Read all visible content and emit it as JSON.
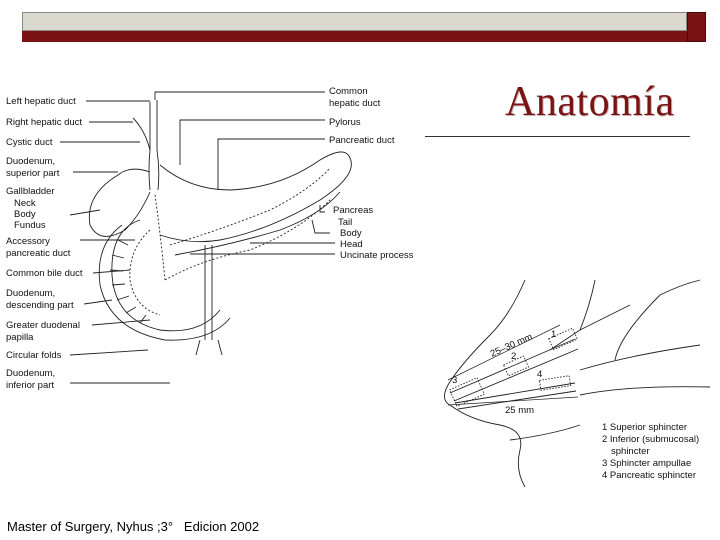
{
  "slide": {
    "title": "Anatomía",
    "credit": "Master of Surgery, Nyhus ;3°   Edicion 2002"
  },
  "left_labels": [
    "Left hepatic duct",
    "Right hepatic duct",
    "Cystic duct",
    "Duodenum,",
    "superior part",
    "Gallbladder",
    "Neck",
    "Body",
    "Fundus",
    "Accessory",
    "pancreatic duct",
    "Common bile duct",
    "Duodenum,",
    "descending part",
    "Greater duodenal",
    "papilla",
    "Circular folds",
    "Duodenum,",
    "inferior part"
  ],
  "right_labels": [
    "Common",
    "hepatic duct",
    "Pylorus",
    "Pancreatic duct",
    "Pancreas",
    "Tail",
    "Body",
    "Head",
    "Uncinate process"
  ],
  "sphincter": {
    "dim_top": "25–30 mm",
    "dim_bottom": "25 mm",
    "numbers": [
      "1",
      "2",
      "3",
      "4"
    ],
    "legend": [
      "1 Superior sphincter",
      "2 Inferior (submucosal)",
      "sphincter",
      "3 Sphincter ampullae",
      "4 Pancreatic sphincter"
    ]
  }
}
